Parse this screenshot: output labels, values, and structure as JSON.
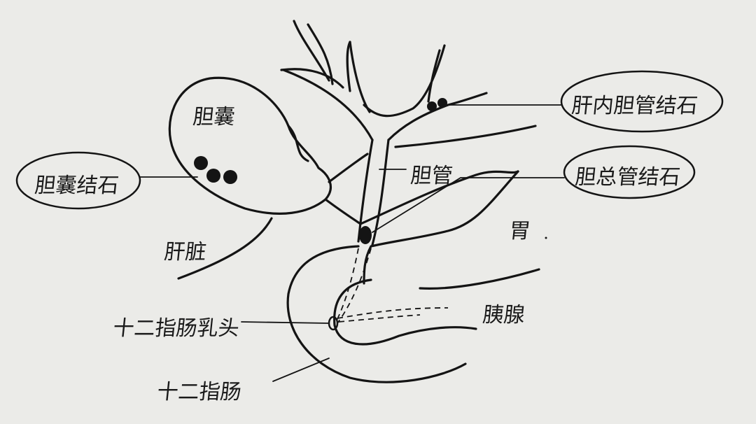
{
  "labels": {
    "gallbladder": "胆囊",
    "gallbladder_stones": "胆囊结石",
    "intrahepatic_stones": "肝内胆管结石",
    "bile_duct": "胆管",
    "cbd_stones": "胆总管结石",
    "stomach": "胃",
    "liver": "肝脏",
    "duodenal_papilla": "十二指肠乳头",
    "pancreas": "胰腺",
    "duodenum": "十二指肠"
  },
  "colors": {
    "ink": "#141414",
    "paper": "#ebebe8"
  }
}
